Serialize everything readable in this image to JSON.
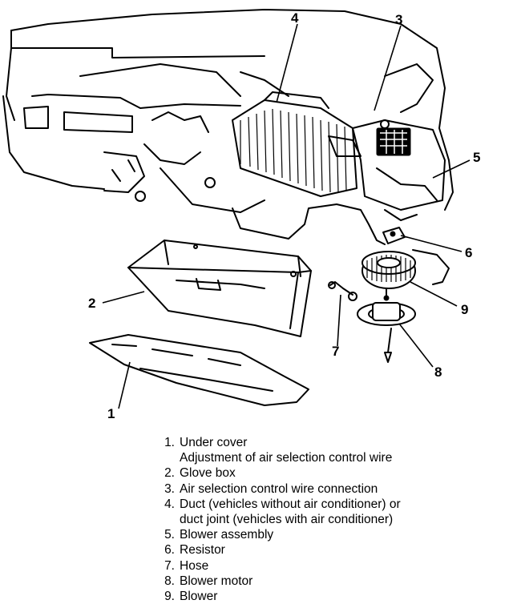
{
  "diagram": {
    "callouts": [
      "1",
      "2",
      "3",
      "4",
      "5",
      "6",
      "7",
      "8",
      "9"
    ]
  },
  "legend": {
    "items": [
      {
        "num": "1.",
        "text": "Under cover"
      },
      {
        "num": "",
        "text": "Adjustment of air selection control wire"
      },
      {
        "num": "2.",
        "text": "Glove box"
      },
      {
        "num": "3.",
        "text": "Air selection control wire connection"
      },
      {
        "num": "4.",
        "text": "Duct (vehicles without air conditioner) or"
      },
      {
        "num": "",
        "text": "duct joint (vehicles with air conditioner)"
      },
      {
        "num": "5.",
        "text": "Blower assembly"
      },
      {
        "num": "6.",
        "text": "Resistor"
      },
      {
        "num": "7.",
        "text": "Hose"
      },
      {
        "num": "8.",
        "text": "Blower motor"
      },
      {
        "num": "9.",
        "text": "Blower"
      }
    ]
  }
}
